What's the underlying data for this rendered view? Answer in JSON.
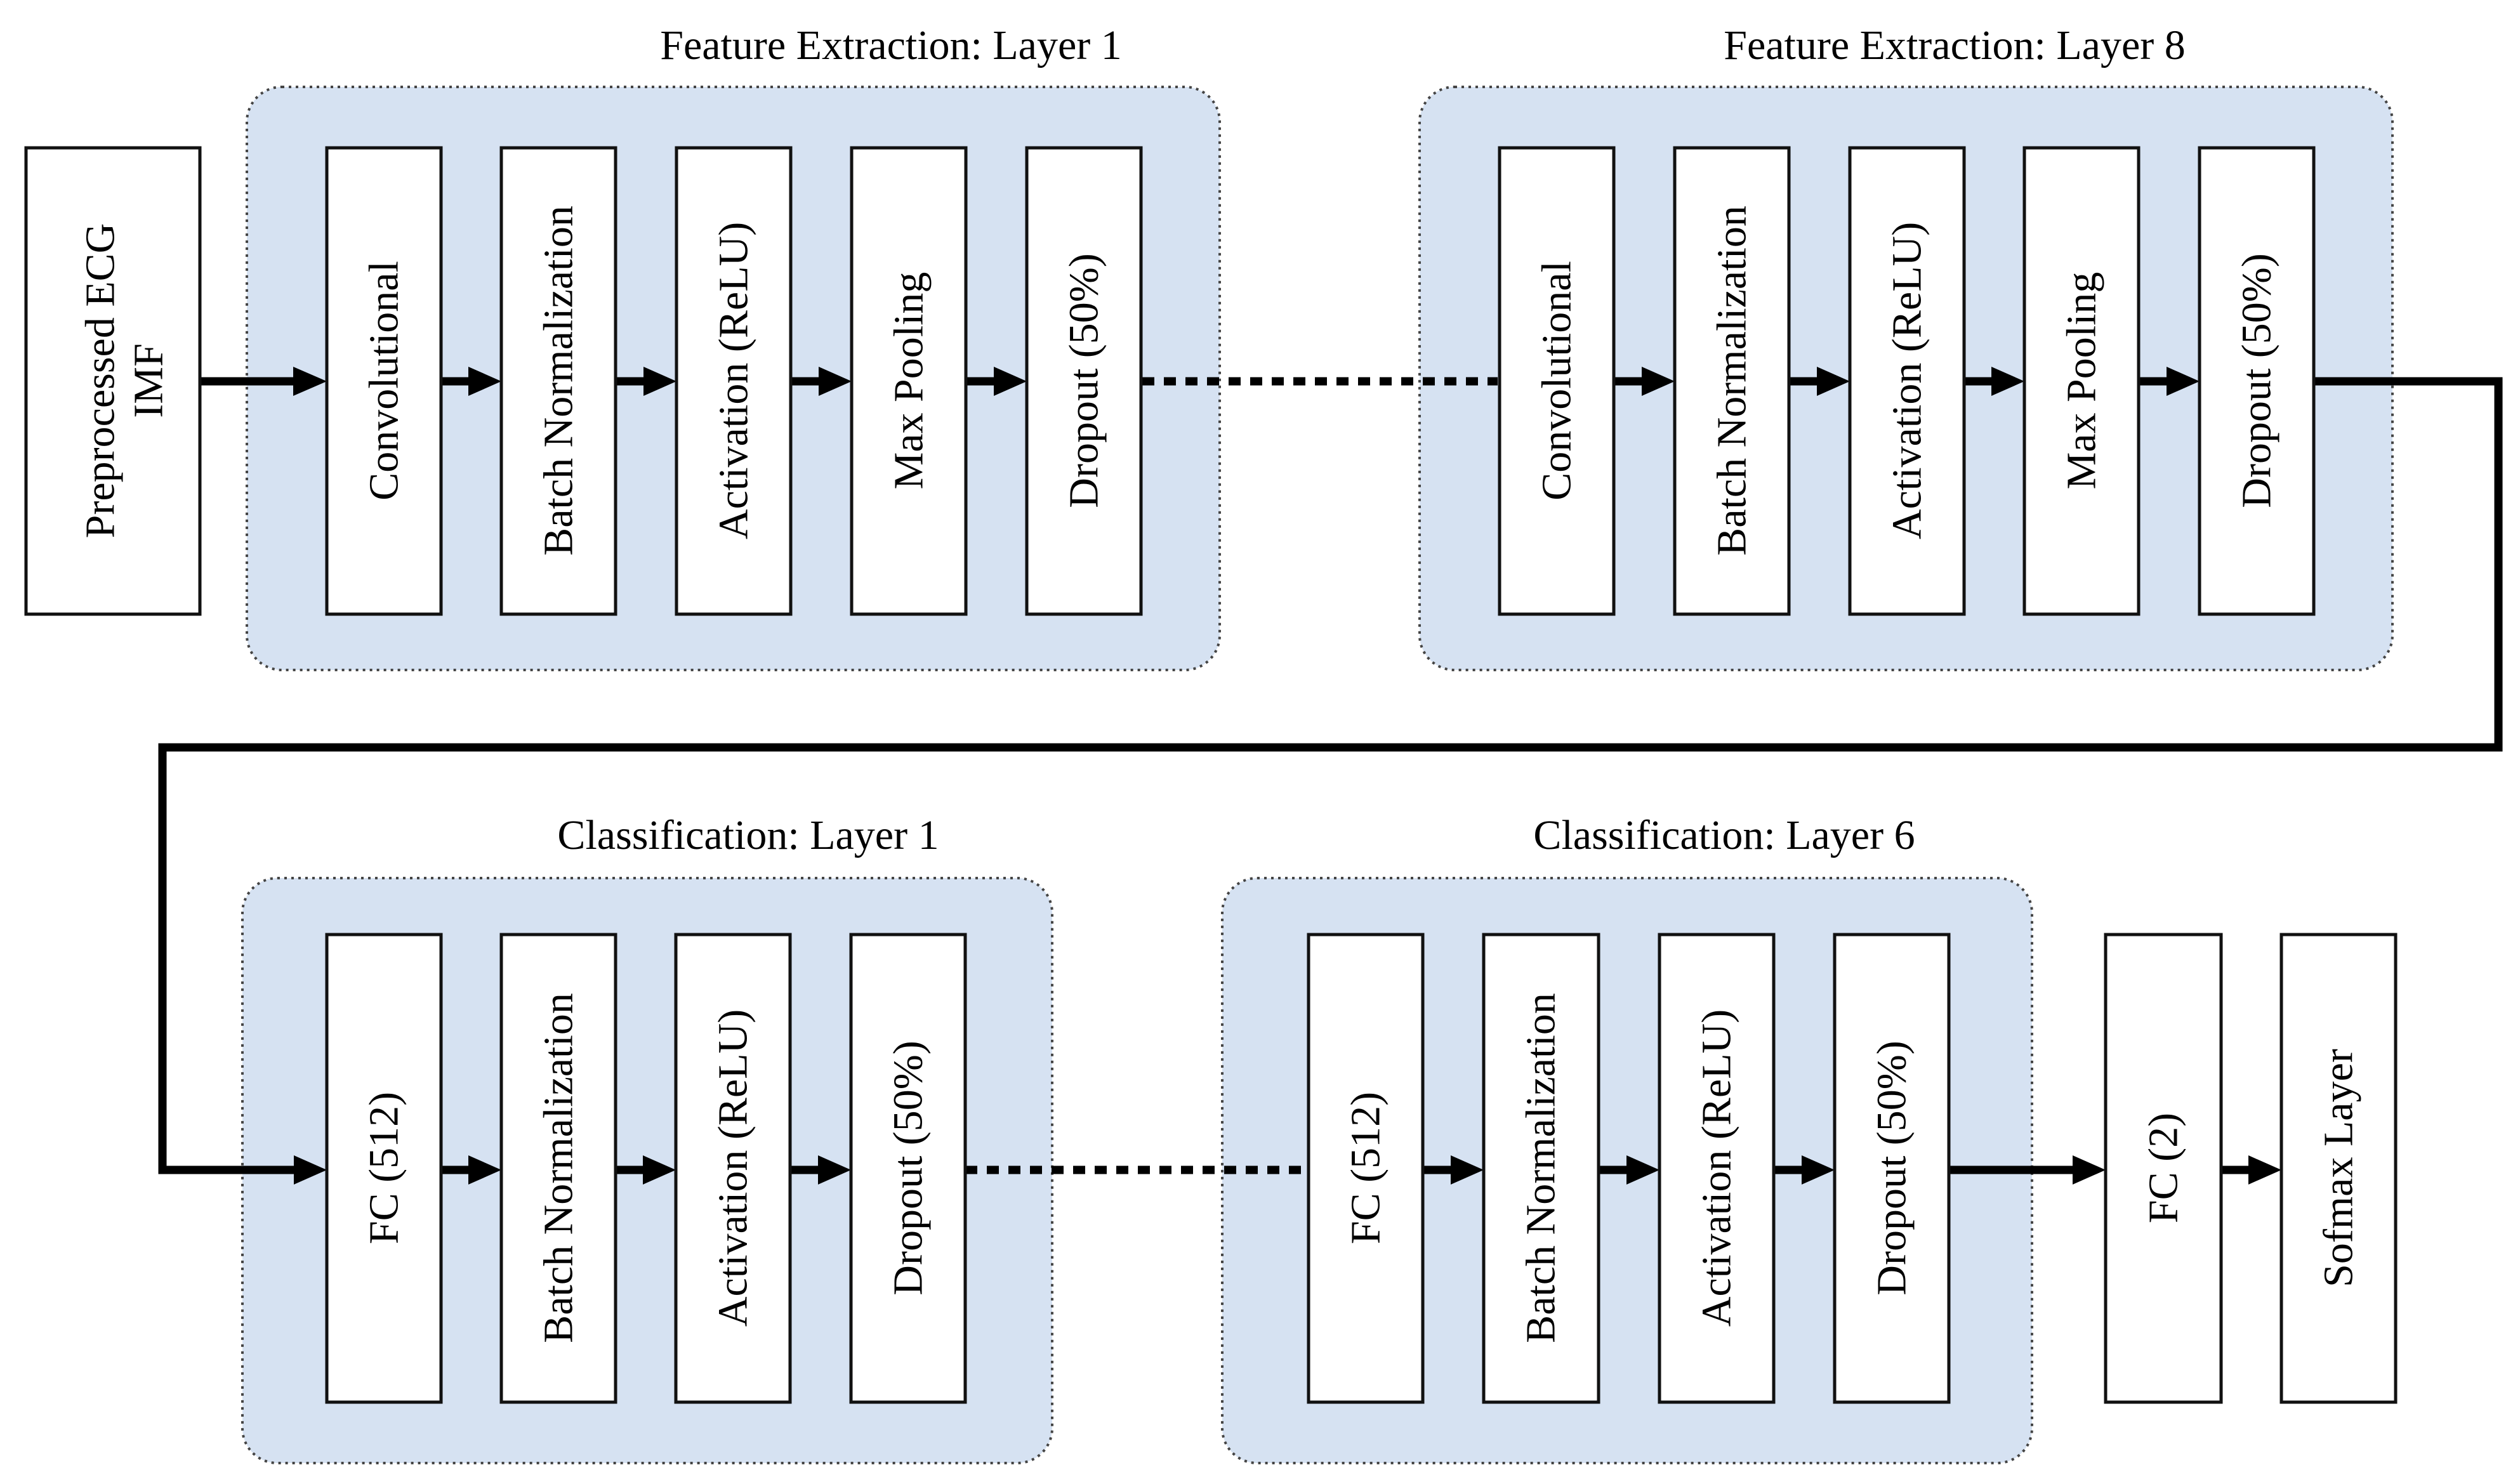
{
  "diagram": {
    "input": {
      "label_line1": "Preprocessed ECG",
      "label_line2": "IMF"
    },
    "feature_layer_first": {
      "title": "Feature Extraction: Layer 1",
      "blocks": [
        "Convolutional",
        "Batch Normalization",
        "Activation (ReLU)",
        "Max Pooling",
        "Dropout (50%)"
      ]
    },
    "feature_layer_last": {
      "title": "Feature Extraction: Layer 8",
      "blocks": [
        "Convolutional",
        "Batch Normalization",
        "Activation (ReLU)",
        "Max Pooling",
        "Dropout (50%)"
      ]
    },
    "classification_layer_first": {
      "title": "Classification: Layer 1",
      "blocks": [
        "FC (512)",
        "Batch Normalization",
        "Activation (ReLU)",
        "Dropout (50%)"
      ]
    },
    "classification_layer_last": {
      "title": "Classification: Layer 6",
      "blocks": [
        "FC (512)",
        "Batch Normalization",
        "Activation (ReLU)",
        "Dropout (50%)"
      ]
    },
    "output_blocks": [
      "FC (2)",
      "Sofmax Layer"
    ],
    "colors": {
      "group_fill": "#d6e2f2",
      "group_border": "#444444",
      "box_fill": "#ffffff",
      "line": "#000000"
    }
  }
}
